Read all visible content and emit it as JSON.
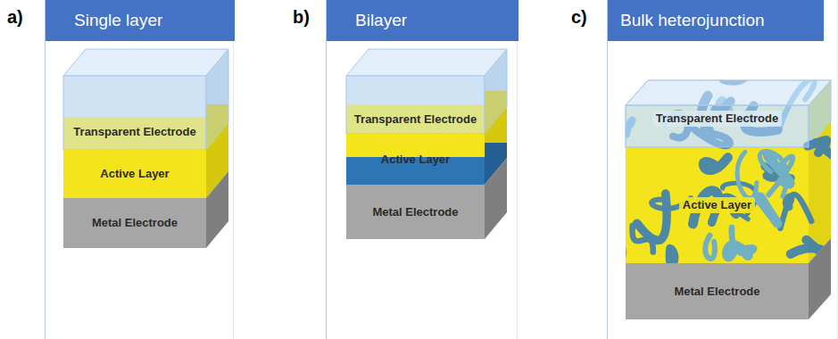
{
  "diagram": {
    "nodes": [
      {
        "text": [
          "Single layer"
        ]
      },
      {
        "text": [
          "Transparent Electrode"
        ],
        "in": 0
      },
      {
        "text": [
          "Active Layer"
        ],
        "in": 0
      },
      {
        "text": [
          "Metal Electrode"
        ],
        "in": 0
      },
      {
        "text": [
          "Bilayer"
        ]
      },
      {
        "text": [
          "Transparent Electrode"
        ],
        "in": 4
      },
      {
        "text": [
          "Active Layer"
        ],
        "in": 4
      },
      {
        "text": [
          "Metal Electrode"
        ],
        "in": 4
      },
      {
        "text": [
          "Bulk heterojunction"
        ]
      },
      {
        "text": [
          "Transparent Electrode"
        ],
        "in": 8
      },
      {
        "text": [
          "Active Layer"
        ],
        "in": 8
      },
      {
        "text": [
          "Metal Electrode"
        ],
        "in": 8
      }
    ],
    "labels": [
      "a)",
      "b)",
      "c)"
    ]
  }
}
